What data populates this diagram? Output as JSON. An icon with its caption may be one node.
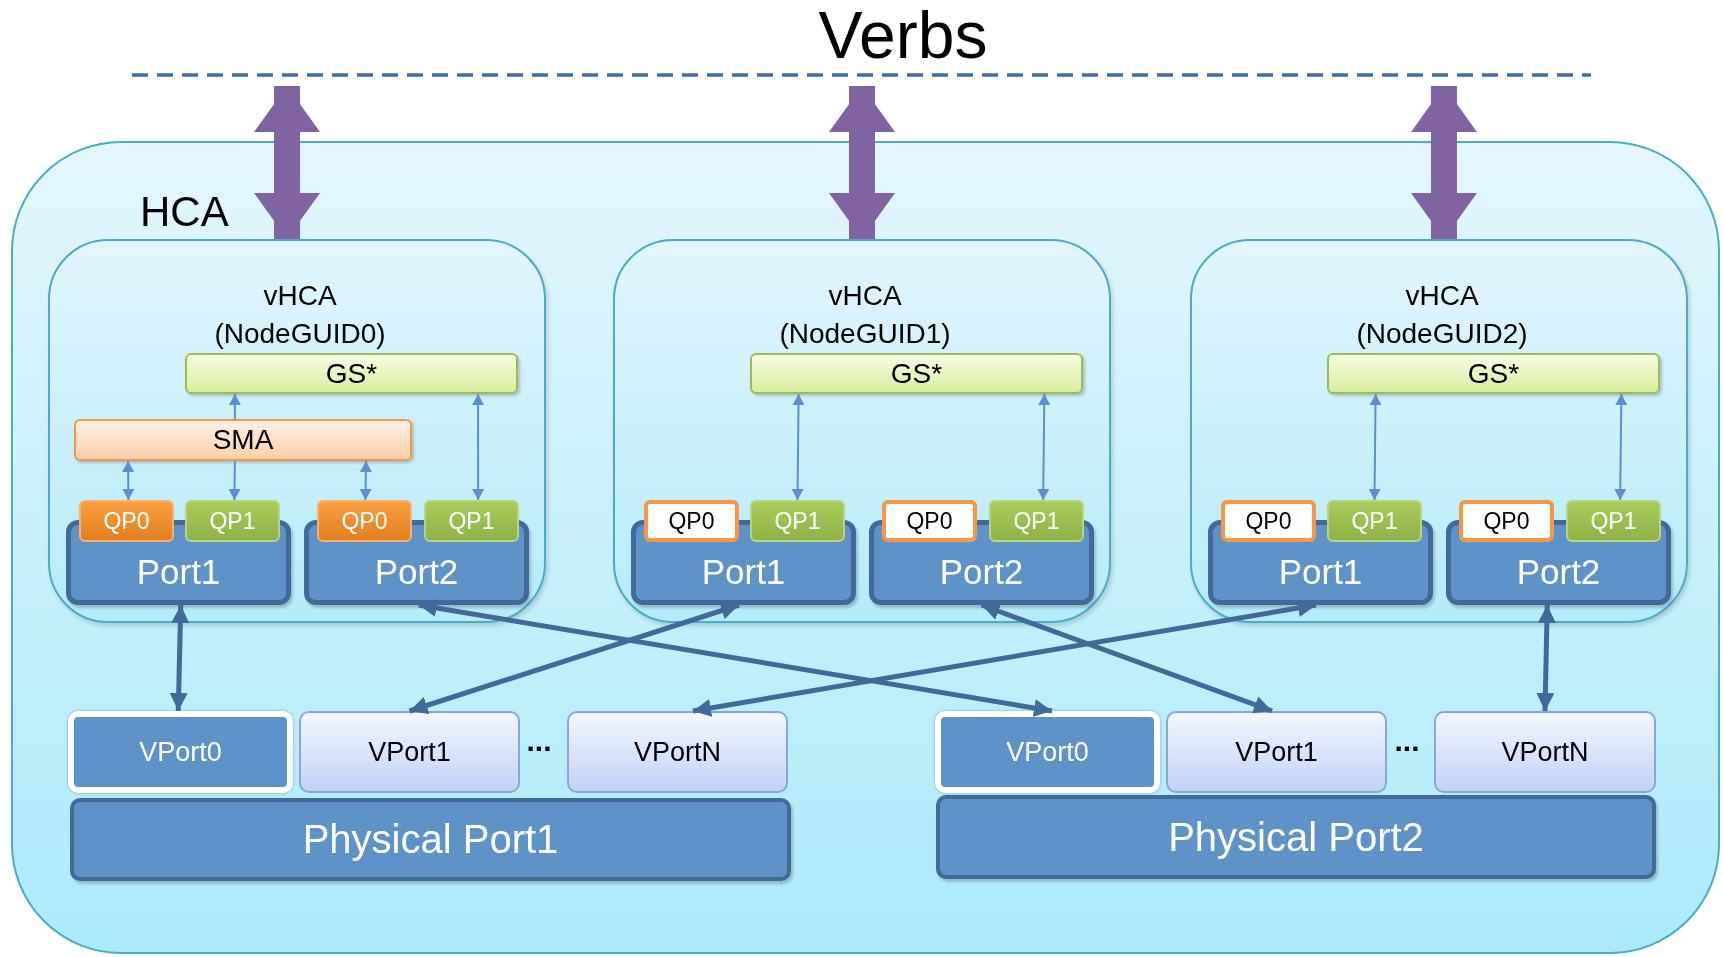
{
  "diagram": {
    "title": "Verbs",
    "nodes": [
      {
        "text": [
          "HCA"
        ]
      },
      {
        "text": [
          "vHCA (NodeGUID0)"
        ],
        "in": 0
      },
      {
        "text": [
          "GS*"
        ],
        "in": 1
      },
      {
        "text": [
          "SMA"
        ],
        "in": 1
      },
      {
        "text": [
          "QP0"
        ],
        "in": 1
      },
      {
        "text": [
          "QP1"
        ],
        "in": 1
      },
      {
        "text": [
          "QP0"
        ],
        "in": 1
      },
      {
        "text": [
          "QP1"
        ],
        "in": 1
      },
      {
        "text": [
          "Port1"
        ],
        "in": 1
      },
      {
        "text": [
          "Port2"
        ],
        "in": 1
      },
      {
        "text": [
          "vHCA (NodeGUID1)"
        ],
        "in": 0
      },
      {
        "text": [
          "GS*"
        ],
        "in": 10
      },
      {
        "text": [
          "QP0"
        ],
        "in": 10
      },
      {
        "text": [
          "QP1"
        ],
        "in": 10
      },
      {
        "text": [
          "QP0"
        ],
        "in": 10
      },
      {
        "text": [
          "QP1"
        ],
        "in": 10
      },
      {
        "text": [
          "Port1"
        ],
        "in": 10
      },
      {
        "text": [
          "Port2"
        ],
        "in": 10
      },
      {
        "text": [
          "vHCA (NodeGUID2)"
        ],
        "in": 0
      },
      {
        "text": [
          "GS*"
        ],
        "in": 18
      },
      {
        "text": [
          "QP0"
        ],
        "in": 18
      },
      {
        "text": [
          "QP1"
        ],
        "in": 18
      },
      {
        "text": [
          "QP0"
        ],
        "in": 18
      },
      {
        "text": [
          "QP1"
        ],
        "in": 18
      },
      {
        "text": [
          "Port1"
        ],
        "in": 18
      },
      {
        "text": [
          "Port2"
        ],
        "in": 18
      },
      {
        "text": [
          "VPort0"
        ],
        "in": 0
      },
      {
        "text": [
          "VPort1"
        ],
        "in": 0
      },
      {
        "text": [
          "VPortN"
        ],
        "in": 0
      },
      {
        "text": [
          "Physical Port1"
        ],
        "in": 0
      },
      {
        "text": [
          "VPort0"
        ],
        "in": 0
      },
      {
        "text": [
          "VPort1"
        ],
        "in": 0
      },
      {
        "text": [
          "VPortN"
        ],
        "in": 0
      },
      {
        "text": [
          "Physical Port2"
        ],
        "in": 0
      }
    ],
    "edges": [
      {
        "from": null,
        "to": 1,
        "arrow": "both",
        "style": "thick",
        "color": "#8064a2"
      },
      {
        "from": null,
        "to": 10,
        "arrow": "both",
        "style": "thick",
        "color": "#8064a2"
      },
      {
        "from": null,
        "to": 18,
        "arrow": "both",
        "style": "thick",
        "color": "#8064a2"
      },
      {
        "from": 3,
        "to": 4,
        "arrow": "both"
      },
      {
        "from": 3,
        "to": 2,
        "arrow": "to"
      },
      {
        "from": 3,
        "to": 5,
        "arrow": "to"
      },
      {
        "from": 3,
        "to": 6,
        "arrow": "both"
      },
      {
        "from": 2,
        "to": 7,
        "arrow": "both"
      },
      {
        "from": 11,
        "to": 13,
        "arrow": "both"
      },
      {
        "from": 11,
        "to": 15,
        "arrow": "both"
      },
      {
        "from": 19,
        "to": 21,
        "arrow": "both"
      },
      {
        "from": 19,
        "to": 23,
        "arrow": "both"
      },
      {
        "from": 8,
        "to": 26,
        "arrow": "both",
        "style": "thick",
        "color": "#41699a"
      },
      {
        "from": 9,
        "to": 30,
        "arrow": "both",
        "style": "thick",
        "color": "#41699a"
      },
      {
        "from": 16,
        "to": 27,
        "arrow": "both",
        "style": "thick",
        "color": "#41699a"
      },
      {
        "from": 17,
        "to": 31,
        "arrow": "both",
        "style": "thick",
        "color": "#41699a"
      },
      {
        "from": 24,
        "to": 28,
        "arrow": "both",
        "style": "thick",
        "color": "#41699a"
      },
      {
        "from": 25,
        "to": 32,
        "arrow": "both",
        "style": "thick",
        "color": "#41699a"
      }
    ],
    "labels": [
      "...",
      "..."
    ]
  }
}
